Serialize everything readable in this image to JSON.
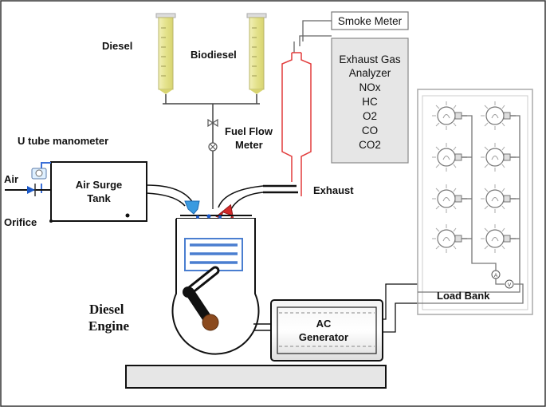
{
  "labels": {
    "diesel": "Diesel",
    "biodiesel": "Biodiesel",
    "smoke_meter": "Smoke Meter",
    "fuel_flow_line1": "Fuel Flow",
    "fuel_flow_line2": "Meter",
    "u_tube": "U tube manometer",
    "air": "Air",
    "orifice": "Orifice",
    "air_surge_line1": "Air Surge",
    "air_surge_line2": "Tank",
    "exhaust": "Exhaust",
    "engine_line1": "Diesel",
    "engine_line2": "Engine",
    "ac_line1": "AC",
    "ac_line2": "Generator",
    "load_bank": "Load Bank",
    "ammeter_symbol": "A",
    "voltmeter_symbol": "V"
  },
  "gas_analyzer": {
    "title_line1": "Exhaust Gas",
    "title_line2": "Analyzer",
    "items": [
      "NOx",
      "HC",
      "O2",
      "CO",
      "CO2"
    ]
  },
  "colors": {
    "fuel": "#e4e28c",
    "exhaust_pipe": "#e23b3b",
    "intake_arrow": "#3a9ae0",
    "exhaust_arrow": "#d42a2a",
    "analyzer_bg": "#e6e6e6",
    "cylinder": "#4a7ed0"
  },
  "icons": {
    "bulb": "light-bulb-icon",
    "valve": "valve-icon",
    "gauge": "pressure-gauge-icon"
  }
}
